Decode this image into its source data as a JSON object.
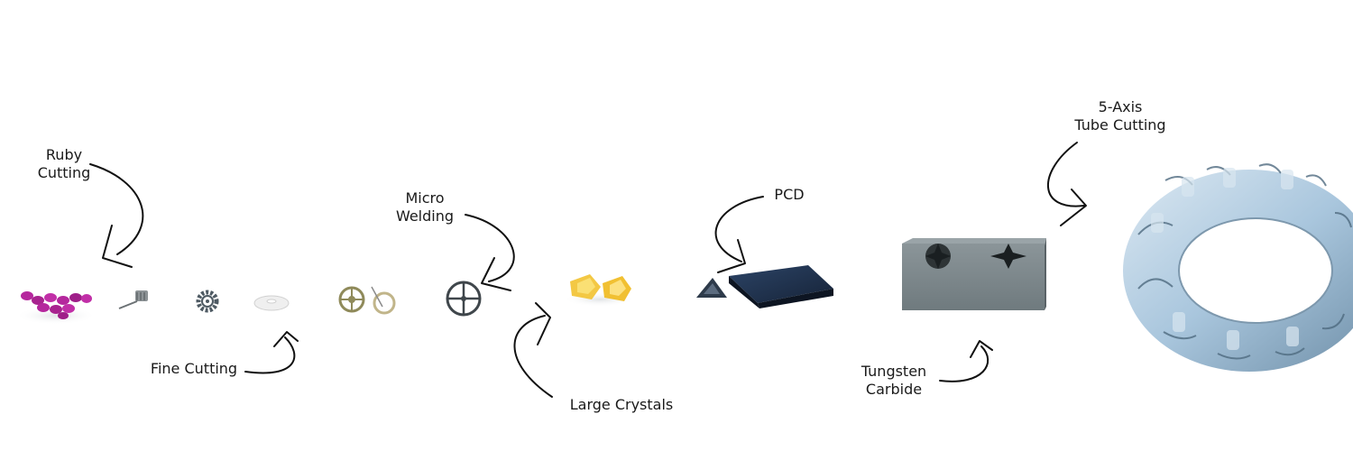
{
  "labels": {
    "ruby": [
      "Ruby",
      "Cutting"
    ],
    "fine": "Fine Cutting",
    "micro": [
      "Micro",
      "Welding"
    ],
    "crystals": "Large Crystals",
    "pcd": "PCD",
    "tungsten": [
      "Tungsten",
      "Carbide"
    ],
    "tube": [
      "5-Axis",
      "Tube Cutting"
    ]
  },
  "colors": {
    "ruby": "#b5279d",
    "crystal": "#f2c230",
    "pcd": "#1d2f4a",
    "carbide": "#6f7a7e",
    "tube": "#a9c6dd"
  }
}
